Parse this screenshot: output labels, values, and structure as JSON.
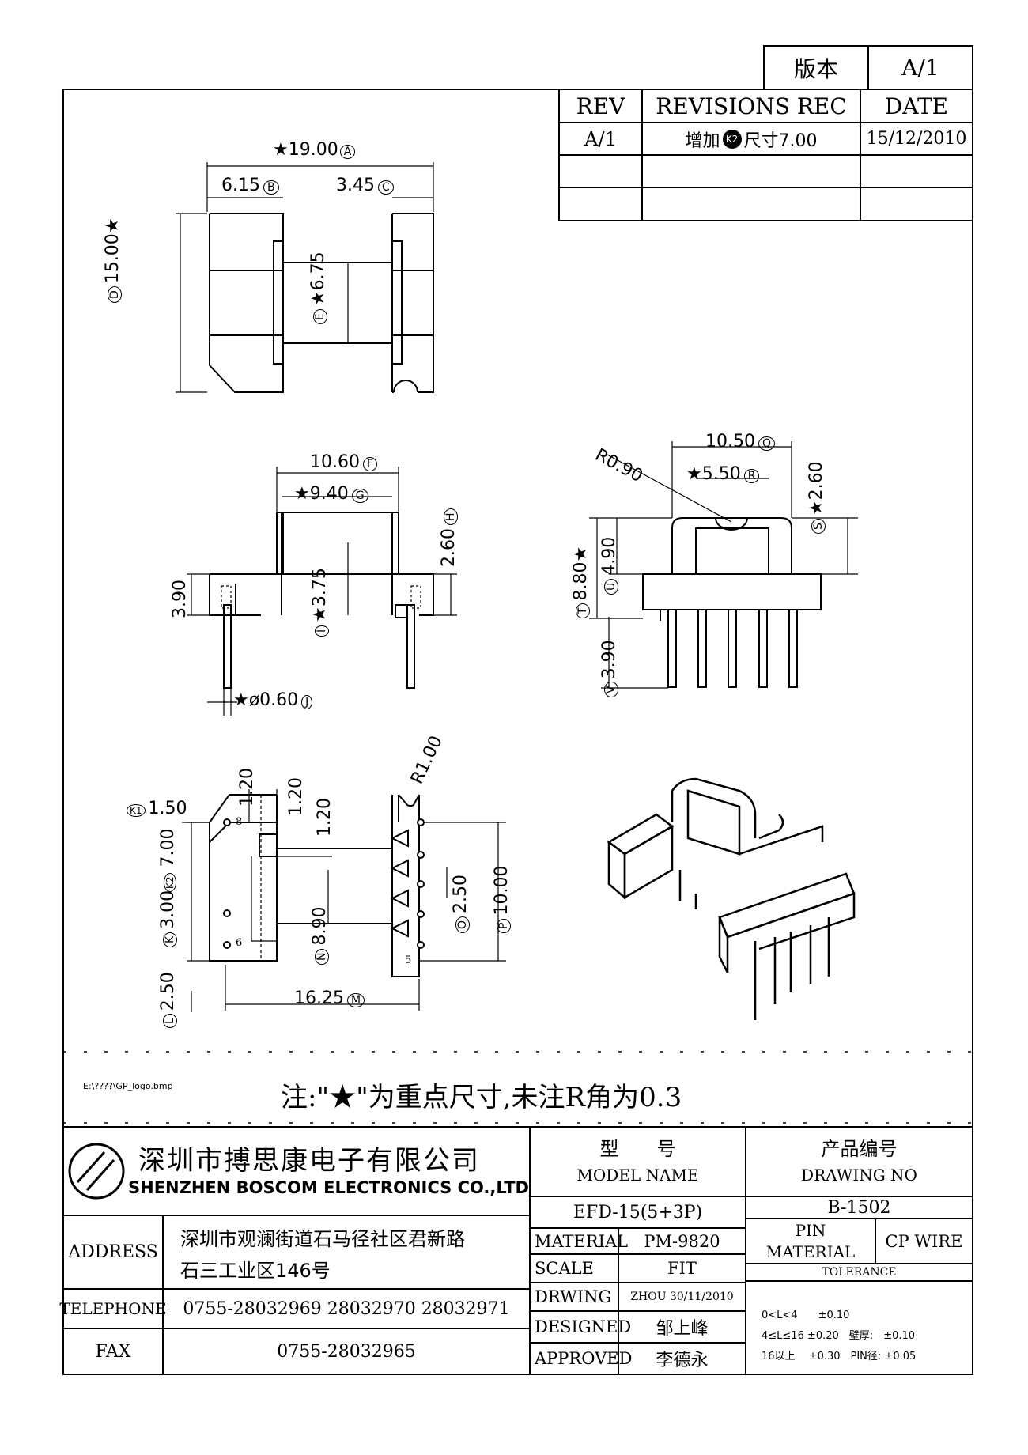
{
  "version_box": {
    "label": "版本",
    "value": "A/1"
  },
  "revisions": {
    "headers": [
      "REV",
      "REVISIONS REC",
      "DATE"
    ],
    "rows": [
      {
        "rev": "A/1",
        "rec": "增加",
        "rec_circle": "K2",
        "rec_tail": "尺寸7.00",
        "date": "15/12/2010"
      },
      {
        "rev": "",
        "rec": "",
        "rec_circle": "",
        "rec_tail": "",
        "date": ""
      },
      {
        "rev": "",
        "rec": "",
        "rec_circle": "",
        "rec_tail": "",
        "date": ""
      }
    ]
  },
  "dimensions": {
    "A": {
      "value": "★19.00",
      "tag": "A"
    },
    "B": {
      "value": "6.15",
      "tag": "B"
    },
    "C": {
      "value": "3.45",
      "tag": "C"
    },
    "D": {
      "value": "15.00★",
      "tag": "D"
    },
    "E": {
      "value": "★6.75",
      "tag": "E"
    },
    "F": {
      "value": "10.60",
      "tag": "F"
    },
    "G": {
      "value": "★9.40",
      "tag": "G"
    },
    "H": {
      "value": "2.60",
      "tag": "H"
    },
    "I": {
      "value": "★3.75",
      "tag": "I"
    },
    "J": {
      "value": "★ø0.60",
      "tag": "J"
    },
    "left390": {
      "value": "3.90"
    },
    "Q": {
      "value": "10.50",
      "tag": "Q"
    },
    "R": {
      "value": "★5.50",
      "tag": "R"
    },
    "S": {
      "value": "★2.60",
      "tag": "S"
    },
    "T": {
      "value": "8.80★",
      "tag": "T"
    },
    "U": {
      "value": "4.90",
      "tag": "U"
    },
    "V": {
      "value": "3.90",
      "tag": "V"
    },
    "R090": {
      "value": "R0.90"
    },
    "K1": {
      "value": "1.50",
      "tag": "K1"
    },
    "K2": {
      "value": "7.00",
      "tag": "K2"
    },
    "K": {
      "value": "3.00",
      "tag": "K"
    },
    "L": {
      "value": "2.50",
      "tag": "L"
    },
    "M": {
      "value": "16.25",
      "tag": "M"
    },
    "N": {
      "value": "8.90",
      "tag": "N"
    },
    "O": {
      "value": "2.50",
      "tag": "O"
    },
    "P": {
      "value": "10.00",
      "tag": "P"
    },
    "v120a": {
      "value": "1.20"
    },
    "v120b": {
      "value": "1.20"
    },
    "v120c": {
      "value": "1.20"
    },
    "R100": {
      "value": "R1.00"
    },
    "pin8": {
      "value": "8"
    },
    "pin6": {
      "value": "6"
    },
    "pin5": {
      "value": "5"
    }
  },
  "logo_path_text": "E:\\????\\GP_logo.bmp",
  "note": "注:\"★\"为重点尺寸,未注R角为0.3",
  "title_block": {
    "company_cn": "深圳市搏思康电子有限公司",
    "company_en": "SHENZHEN BOSCOM ELECTRONICS CO.,LTD",
    "model_label_cn": "型　　号",
    "model_label_en": "MODEL NAME",
    "drawing_label_cn": "产品编号",
    "drawing_label_en": "DRAWING NO",
    "model_value": "EFD-15(5+3P)",
    "drawing_value": "B-1502",
    "address_label": "ADDRESS",
    "address_line1": "深圳市观澜街道石马径社区君新路",
    "address_line2": "石三工业区146号",
    "telephone_label": "TELEPHONE",
    "telephone_value": "0755-28032969 28032970 28032971",
    "fax_label": "FAX",
    "fax_value": "0755-28032965",
    "material_label": "MATERIAL",
    "material_value": "PM-9820",
    "scale_label": "SCALE",
    "scale_value": "FIT",
    "drwing_label": "DRWING",
    "drwing_value": "ZHOU 30/11/2010",
    "designed_label": "DESIGNED",
    "designed_value": "邹上峰",
    "approved_label": "APPROVED",
    "approved_value": "李德永",
    "pin_material_label1": "PIN",
    "pin_material_label2": "MATERIAL",
    "pin_material_value": "CP WIRE",
    "tolerance_label": "TOLERANCE",
    "tol1": "0<L<4　　±0.10",
    "tol2": "4≤L≤16 ±0.20　壁厚:　±0.10",
    "tol3": "16以上　 ±0.30　PIN径: ±0.05"
  }
}
